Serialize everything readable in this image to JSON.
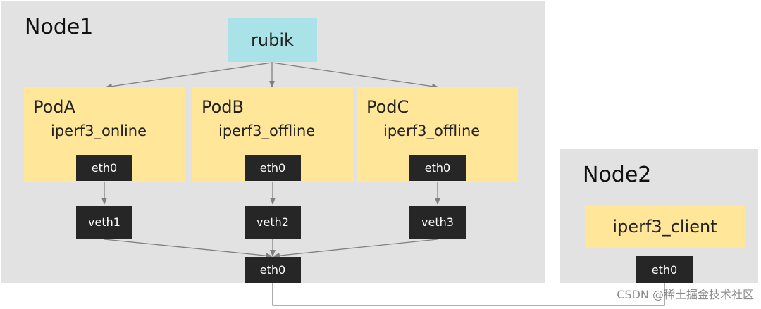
{
  "nodes": {
    "node1": {
      "label": "Node1"
    },
    "node2": {
      "label": "Node2"
    }
  },
  "rubik": {
    "label": "rubik"
  },
  "pods": [
    {
      "name": "PodA",
      "app": "iperf3_online",
      "interface": "eth0",
      "veth": "veth1"
    },
    {
      "name": "PodB",
      "app": "iperf3_offline",
      "interface": "eth0",
      "veth": "veth2"
    },
    {
      "name": "PodC",
      "app": "iperf3_offline",
      "interface": "eth0",
      "veth": "veth3"
    }
  ],
  "node1_eth": {
    "label": "eth0"
  },
  "node2_items": {
    "client": "iperf3_client",
    "eth": "eth0"
  },
  "watermark": {
    "text": "CSDN @稀土掘金技术社区"
  },
  "colors": {
    "node_bg": "#e2e2e2",
    "rubik_bg": "#a9e3e8",
    "pod_bg": "#ffe699",
    "box_dark": "#262626",
    "line": "#7f7f7f"
  }
}
